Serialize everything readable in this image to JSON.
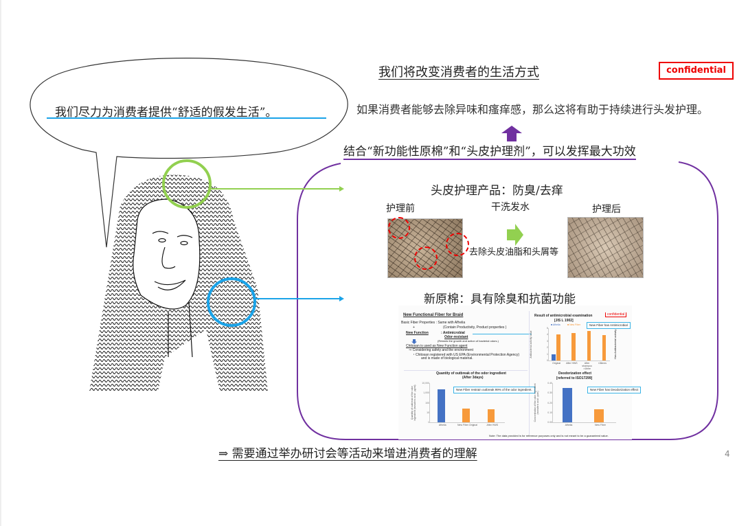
{
  "title": "我们将改变消费者的生活方式",
  "confidential": "confidential",
  "bubble_text": "我们尽力为消费者提供“舒适的假发生活”。",
  "effect_text": "如果消费者能够去除异味和瘙痒感，那么这将有助于持续进行头发护理。",
  "combine_text": "结合“新功能性原棉”和“头皮护理剂”，可以发挥最大功效",
  "scalp": {
    "heading": "头皮护理产品：防臭/去痒",
    "before": "护理前",
    "product": "干洗发水",
    "after": "护理后",
    "effect": "去除头皮油脂和头屑等"
  },
  "fiber_heading": "新原棉：具有除臭和抗菌功能",
  "bottom_text": "⇒ 需要通过举办研讨会等活动来增进消费者的理解",
  "page_number": "4",
  "colors": {
    "purple": "#7030a0",
    "green": "#92d050",
    "blue": "#1aa3e8",
    "red": "#ee0000"
  },
  "figure": {
    "title": "New Functional Fiber for Braid",
    "confidential": "confidential",
    "basic": "Basic Fiber Properties :  Same with Afhelia",
    "plus": "+",
    "contain": "(Contain Productivity, Product properties )",
    "new_function": "New Function",
    "antimicrobial": ":  Antimicrobial",
    "odor": "Odor-resistant",
    "retards": "(Retards the growth and action of bacterial odors.)",
    "chitosan": "Chitosan is used as New Function agent",
    "considering": "⇒ Considering safety and the environment",
    "registered": "・Chitosan registered with US EPA (Environmental Protection Agency)",
    "biological": "and is made of biological material.",
    "note": "Note: The data provided is for reference purposes only and is not meant to be a guaranteed value."
  },
  "chart_data": [
    {
      "type": "bar",
      "title": "Result of antimicrobial examination",
      "subtitle": "[JIS L 1902]",
      "ylabel": "Antibacterial activity value",
      "ylim": [
        0,
        5
      ],
      "yticks": [
        "0",
        "1",
        "2",
        "3",
        "4",
        "5"
      ],
      "categories": [
        "Original",
        "After HWS",
        "After shampoo ×1time",
        "×3times"
      ],
      "series": [
        {
          "name": "Afhelia",
          "color": "#4472c4",
          "values": [
            1,
            null,
            null,
            null
          ]
        },
        {
          "name": "New Fiber",
          "color": "#f79a3b",
          "values": [
            4.0,
            4.3,
            4.6,
            3.9
          ]
        }
      ],
      "annotation": "New Fiber has Antimicrobial",
      "side_label": "Has Antibacterial activity"
    },
    {
      "type": "bar",
      "title": "Quantity of outbreak of the odor ingredient",
      "subtitle": "(After 3days)",
      "ylabel": "Quantity of outbreak of the odor ingredient (isovaleric acid : μg/ml)",
      "scale": "log",
      "ylim": [
        1,
        10000
      ],
      "yticks": [
        "1",
        "10",
        "100",
        "1,000",
        "10,000"
      ],
      "categories": [
        "Afhelia",
        "New Fiber Original",
        "After HWS"
      ],
      "values": [
        2500,
        25,
        20
      ],
      "colors": [
        "#4472c4",
        "#f79a3b",
        "#f79a3b"
      ],
      "annotation": "New Fiber restrain outbreak 99% of the odor ingredient."
    },
    {
      "type": "bar",
      "title": "Deodorization effect",
      "subtitle": "[referred to ISO17299]",
      "ylabel": "Concentration of the odor ingredient (isovaleric acid : ppm)",
      "ylim": [
        0,
        0.4
      ],
      "yticks": [
        "0.00",
        "0.10",
        "0.20",
        "0.30",
        "0.40"
      ],
      "categories": [
        "Afhelia",
        "New Fiber"
      ],
      "values": [
        0.35,
        0.13
      ],
      "colors": [
        "#4472c4",
        "#f79a3b"
      ],
      "annotation": "New Fiber has Deodorization effect"
    }
  ]
}
